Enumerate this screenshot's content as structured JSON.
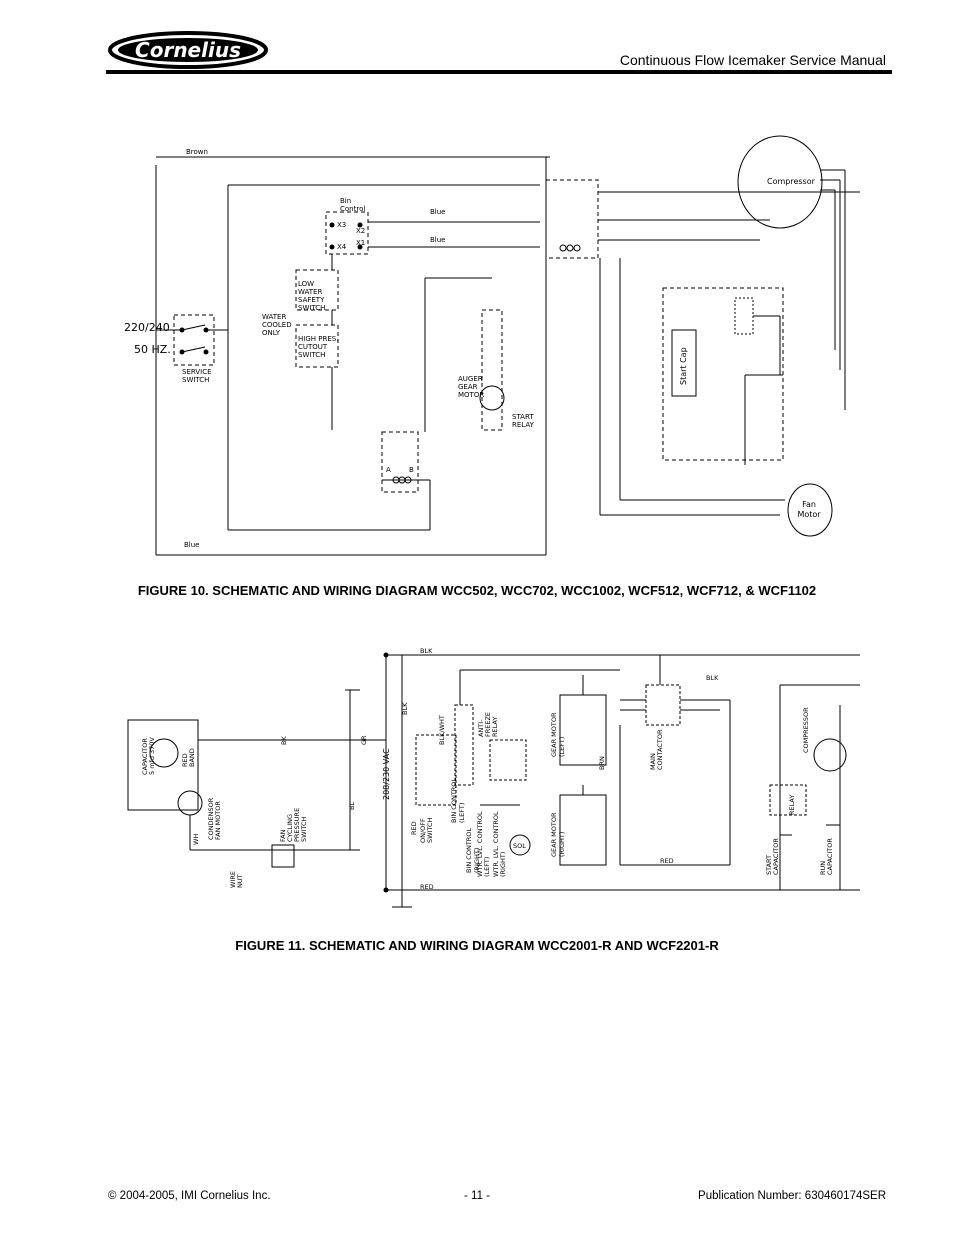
{
  "header": {
    "logo_text": "Cornelius",
    "title": "Continuous Flow Icemaker Service Manual"
  },
  "figure10": {
    "caption": "FIGURE 10. SCHEMATIC AND WIRING DIAGRAM WCC502, WCC702, WCC1002, WCF512, WCF712, & WCF1102",
    "labels": {
      "brown": "Brown",
      "blue_top": "Blue",
      "blue_mid": "Blue",
      "blue_bottom": "Blue",
      "bin_control": "Bin Control",
      "x3": "X3",
      "x2": "X2",
      "x4": "X4",
      "x1": "X1",
      "voltage": "220/240",
      "frequency": "50 HZ.",
      "service_switch": "SERVICE SWITCH",
      "low_water": "LOW WATER SAFETY SWITCH",
      "water_cooled": "WATER COOLED ONLY",
      "high_pres": "HIGH PRES. CUTOUT SWITCH",
      "auger_motor": "AUGER GEAR MOTOR",
      "start_relay": "START RELAY",
      "compressor": "Compressor",
      "start_cap": "Start Cap",
      "fan_motor": "Fan Motor",
      "contactor_a": "A",
      "contactor_b": "B"
    }
  },
  "figure11": {
    "caption": "FIGURE 11. SCHEMATIC AND WIRING DIAGRAM WCC2001-R AND WCF2201-R",
    "labels": {
      "blk_top": "BLK",
      "blk_right": "BLK",
      "blk_left": "BLK",
      "blk_wht": "BLK/WHT",
      "voltage": "208/230 VAC",
      "red_left": "RED",
      "red_bottom": "RED",
      "capacitor": "CAPACITOR 5 mfd 370V",
      "red_band": "RED BAND",
      "condenser": "CONDENSOR FAN MOTOR",
      "fan_cycling": "FAN CYCLING PRESSURE SWITCH",
      "wire_nut": "WIRE NUT",
      "on_off": "ON/OFF SWITCH",
      "bin_left": "BIN CONTROL (LEFT)",
      "bin_right": "BIN CONTROL (RIGHT)",
      "wtr_left": "WTR. LVL. CONTROL (LEFT)",
      "wtr_right": "WTR. LVL. CONTROL (RIGHT)",
      "anti_freeze": "ANTI-FREEZE RELAY",
      "sol": "SOL",
      "gear_left": "GEAR MOTOR (LEFT)",
      "gear_right": "GEAR MOTOR (RIGHT)",
      "main_contactor": "MAIN CONTACTOR",
      "compressor": "COMPRESSOR",
      "relay": "RELAY",
      "start_cap": "START CAPACITOR",
      "run_cap": "RUN CAPACITOR",
      "gr": "GR",
      "bk": "BK",
      "wh": "WH",
      "bl": "BL",
      "brn": "BRN",
      "red": "RED"
    }
  },
  "footer": {
    "copyright": "© 2004-2005, IMI Cornelius Inc.",
    "page": "- 11 -",
    "publication": "Publication Number: 630460174SER"
  }
}
